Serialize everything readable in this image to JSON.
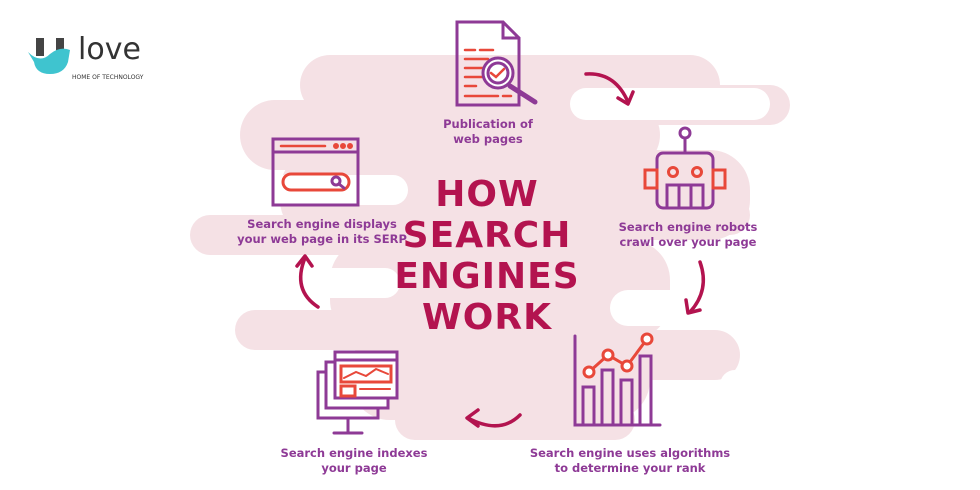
{
  "logo": {
    "word": "love",
    "tagline": "HOME OF TECHNOLOGY",
    "accent": "#3fc4cf"
  },
  "title": "HOW\nSEARCH\nENGINES\nWORK",
  "steps": [
    {
      "icon": "document-search-icon",
      "label": "Publication of\nweb pages"
    },
    {
      "icon": "robot-icon",
      "label": "Search engine robots\ncrawl over your page"
    },
    {
      "icon": "bar-chart-icon",
      "label": "Search engine uses algorithms\nto determine your rank"
    },
    {
      "icon": "monitor-index-icon",
      "label": "Search engine indexes\nyour page"
    },
    {
      "icon": "browser-search-icon",
      "label": "Search engine displays\nyour web page in its SERP"
    }
  ],
  "colors": {
    "background_blob": "#f5e1e5",
    "icon_primary": "#8e3a96",
    "icon_accent": "#e8483a",
    "title": "#b3134f",
    "arrow": "#b3134f"
  }
}
